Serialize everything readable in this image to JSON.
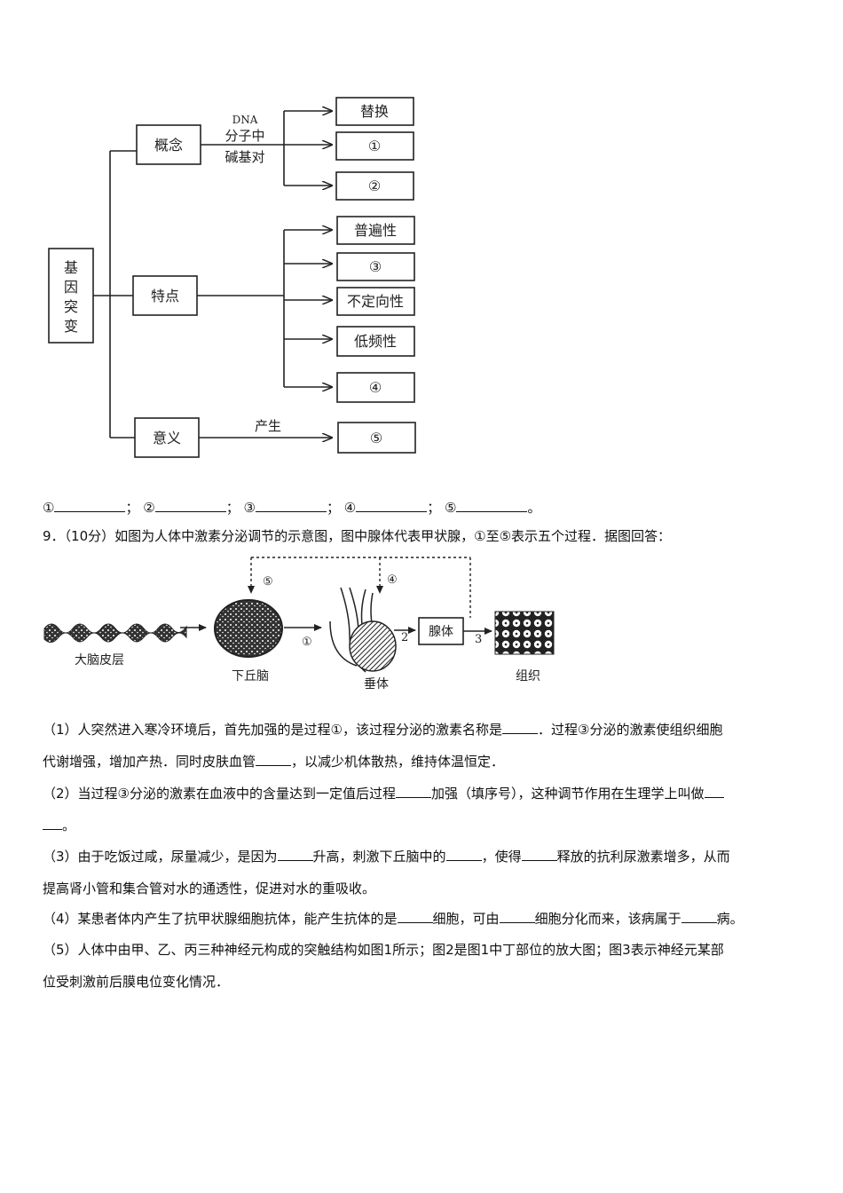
{
  "concept_map": {
    "root": "基因突变",
    "branches": {
      "concept": "概念",
      "feature": "特点",
      "meaning": "意义"
    },
    "concept_arrow_label": [
      "DNA",
      "分子中",
      "碱基对"
    ],
    "concept_results": [
      "替换",
      "①",
      "②"
    ],
    "feature_results": [
      "普遍性",
      "③",
      "不定向性",
      "低频性",
      "④"
    ],
    "meaning_arrow_label": "产生",
    "meaning_result": "⑤"
  },
  "answer_line": {
    "items": [
      "①",
      "②",
      "③",
      "④",
      "⑤"
    ],
    "separator": "；",
    "end": "。"
  },
  "question9": {
    "intro": "9．（10分）如图为人体中激素分泌调节的示意图，图中腺体代表甲状腺，①至⑤表示五个过程．据图回答：",
    "diagram": {
      "cortex": "大脑皮层",
      "hypothalamus": "下丘脑",
      "pituitary": "垂体",
      "gland": "腺体",
      "tissue": "组织",
      "step1": "①",
      "step2": "2",
      "step3": "3",
      "step4": "④",
      "step5": "⑤"
    },
    "q1a": "（1）人突然进入寒冷环境后，首先加强的是过程①，该过程分泌的激素名称是",
    "q1b": "．过程③分泌的激素使组织细胞",
    "q1c": "代谢增强，增加产热．同时皮肤血管",
    "q1d": "，以减少机体散热，维持体温恒定．",
    "q2a": "（2）当过程③分泌的激素在血液中的含量达到一定值后过程",
    "q2b": "加强（填序号），这种调节作用在生理学上叫做",
    "q2c": "。",
    "q3a": "（3）由于吃饭过咸，尿量减少，是因为",
    "q3b": "升高，刺激下丘脑中的",
    "q3c": "，使得",
    "q3d": "释放的抗利尿激素增多，从而",
    "q3e": "提高肾小管和集合管对水的通透性，促进对水的重吸收。",
    "q4a": "（4）某患者体内产生了抗甲状腺细胞抗体，能产生抗体的是",
    "q4b": "细胞，可由",
    "q4c": "细胞分化而来，该病属于",
    "q4d": "病。",
    "q5a": "（5）人体中由甲、乙、丙三种神经元构成的突触结构如图1所示；图2是图1中丁部位的放大图；图3表示神经元某部",
    "q5b": "位受刺激前后膜电位变化情况．"
  }
}
